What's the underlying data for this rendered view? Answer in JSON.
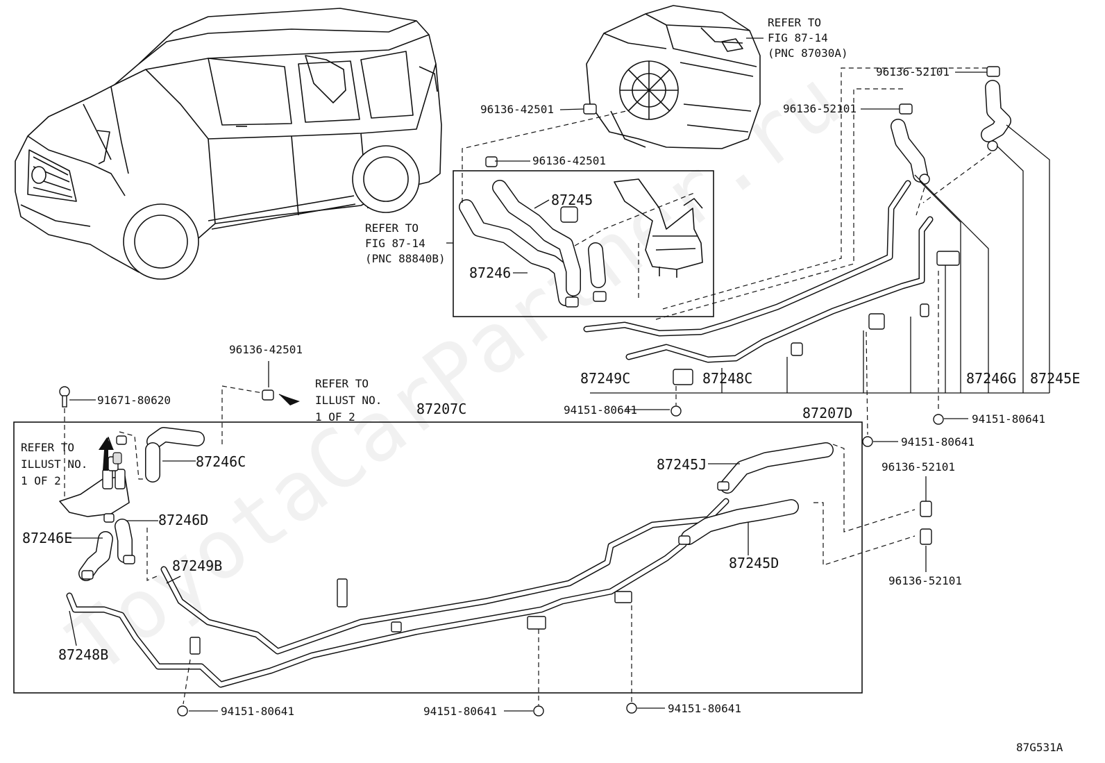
{
  "watermark": "ToyotaCarPartner.ru",
  "figure_code": "87G531A",
  "notes": {
    "ref_unit_a": [
      "REFER TO",
      "FIG 87-14",
      "(PNC 87030A)"
    ],
    "ref_unit_b": [
      "REFER TO",
      "FIG 87-14",
      "(PNC 88840B)"
    ],
    "ref_illust_top": [
      "REFER TO",
      "ILLUST NO.",
      "1 OF 2"
    ],
    "ref_illust_left": [
      "REFER TO",
      "ILLUST NO.",
      "1 OF 2"
    ]
  },
  "labels": {
    "c_96136_42501_a": "96136-42501",
    "c_96136_42501_b": "96136-42501",
    "c_96136_42501_c": "96136-42501",
    "c_96136_52101_a": "96136-52101",
    "c_96136_52101_b": "96136-52101",
    "c_96136_52101_c": "96136-52101",
    "c_96136_52101_d": "96136-52101",
    "p_87245": "87245",
    "p_87246": "87246",
    "p_87249C": "87249C",
    "p_87248C": "87248C",
    "p_87207D": "87207D",
    "p_87246G": "87246G",
    "p_87245E": "87245E",
    "p_87207C": "87207C",
    "p_87246C": "87246C",
    "p_87246D": "87246D",
    "p_87246E": "87246E",
    "p_87249B": "87249B",
    "p_87248B": "87248B",
    "p_87245J": "87245J",
    "p_87245D": "87245D",
    "b_91671_80620": "91671-80620",
    "n_94151_80641_a": "94151-80641",
    "n_94151_80641_b": "94151-80641",
    "n_94151_80641_c": "94151-80641",
    "n_94151_80641_d": "94151-80641",
    "n_94151_80641_e": "94151-80641",
    "n_94151_80641_f": "94151-80641"
  }
}
